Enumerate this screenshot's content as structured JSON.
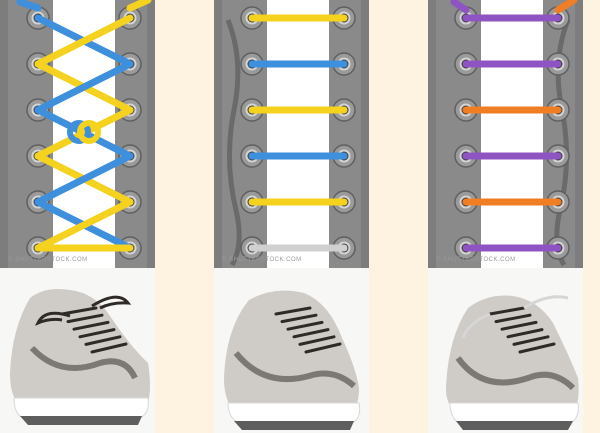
{
  "colors": {
    "page_bg": "#fdf3e0",
    "strip_bg": "#7d7d7d",
    "tongue_bg": "#ffffff",
    "photo_bg": "#f7f7f5"
  },
  "watermark": "© SHUTTERSTOCK.COM",
  "panels": [
    {
      "pattern": "criss-cross with knot",
      "lace_colors": [
        "#f4d21e",
        "#3e8fdc"
      ],
      "eyelet_pairs": 6,
      "has_knot": true,
      "shoe_lace_color": "#2f2a26",
      "shoe_icon": "sneaker-photo-crisscross"
    },
    {
      "pattern": "straight bar",
      "lace_colors": [
        "#f4d21e",
        "#3e8fdc",
        "#f4d21e",
        "#3e8fdc",
        "#f4d21e",
        "#d0d0d0"
      ],
      "eyelet_pairs": 6,
      "has_knot": false,
      "shoe_lace_color": "#2f2a26",
      "shoe_icon": "sneaker-photo-bar"
    },
    {
      "pattern": "straight bar two-tone",
      "lace_colors": [
        "#8e55c2",
        "#8e55c2",
        "#f07e24",
        "#8e55c2",
        "#f07e24",
        "#8e55c2"
      ],
      "eyelet_pairs": 6,
      "has_knot": false,
      "shoe_lace_color": "#2f2a26",
      "shoe_icon": "sneaker-photo-two-tone"
    }
  ]
}
